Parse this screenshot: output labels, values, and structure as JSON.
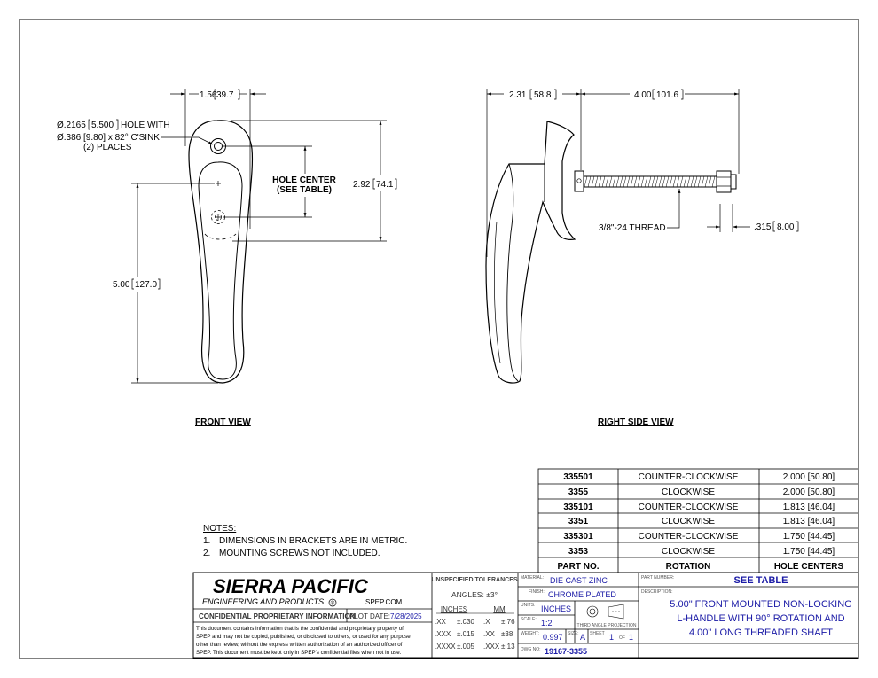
{
  "front_view": {
    "title": "FRONT VIEW",
    "dim_width": "1.56",
    "dim_width_mm": "39.7",
    "hole_note_line1": "Ø.2165",
    "hole_note_line1_mm": "5.500",
    "hole_note_line1_suffix": "HOLE WITH",
    "hole_note_line2": "Ø.386 [9.80] x 82° C'SINK",
    "hole_note_line3": "(2) PLACES",
    "hole_center_line1": "HOLE CENTER",
    "hole_center_line2": "(SEE TABLE)",
    "dim_height": "2.92",
    "dim_height_mm": "74.1",
    "dim_length": "5.00",
    "dim_length_mm": "127.0"
  },
  "side_view": {
    "title": "RIGHT SIDE VIEW",
    "dim_left": "2.31",
    "dim_left_mm": "58.8",
    "dim_shaft": "4.00",
    "dim_shaft_mm": "101.6",
    "thread_label": "3/8\"-24 THREAD",
    "dim_end": ".315",
    "dim_end_mm": "8.00"
  },
  "notes": {
    "title": "NOTES:",
    "items": [
      {
        "num": "1.",
        "text": "DIMENSIONS IN BRACKETS ARE IN METRIC."
      },
      {
        "num": "2.",
        "text": "MOUNTING SCREWS NOT INCLUDED."
      }
    ]
  },
  "part_table": {
    "headers": [
      "PART NO.",
      "ROTATION",
      "HOLE CENTERS"
    ],
    "rows": [
      {
        "part": "335501",
        "rotation": "COUNTER-CLOCKWISE",
        "centers": "2.000 [50.80]"
      },
      {
        "part": "3355",
        "rotation": "CLOCKWISE",
        "centers": "2.000 [50.80]"
      },
      {
        "part": "335101",
        "rotation": "COUNTER-CLOCKWISE",
        "centers": "1.813 [46.04]"
      },
      {
        "part": "3351",
        "rotation": "CLOCKWISE",
        "centers": "1.813 [46.04]"
      },
      {
        "part": "335301",
        "rotation": "COUNTER-CLOCKWISE",
        "centers": "1.750 [44.45]"
      },
      {
        "part": "3353",
        "rotation": "CLOCKWISE",
        "centers": "1.750 [44.45]"
      }
    ]
  },
  "title_block": {
    "company": "SIERRA PACIFIC",
    "company_sub": "ENGINEERING AND PRODUCTS",
    "reg_mark": "®",
    "website": "SPEP.COM",
    "confidential_title": "CONFIDENTIAL PROPRIETARY INFORMATION",
    "plot_date_label": "PLOT DATE:",
    "plot_date": "7/28/2025",
    "confidential_text": [
      "This document contains information that is the confidential and proprietary property of",
      "SPEP and may not be copied, published, or disclosed to others, or used for any purpose",
      "other than review, without the express written authorization of an authorized officer of",
      "SPEP. This document must be kept only in SPEP's confidential files when not in use."
    ],
    "tol_title": "UNSPECIFIED TOLERANCES",
    "angles": "ANGLES: ±3°",
    "inches_label": "INCHES",
    "mm_label": "MM",
    "tolerances": [
      {
        "in_place": ".XX",
        "in_val": "±.030",
        "mm_place": ".X",
        "mm_val": "±.76"
      },
      {
        "in_place": ".XXX",
        "in_val": "±.015",
        "mm_place": ".XX",
        "mm_val": "±38"
      },
      {
        "in_place": ".XXXX",
        "in_val": "±.005",
        "mm_place": ".XXX",
        "mm_val": "±.13"
      }
    ],
    "material_label": "MATERIAL:",
    "material": "DIE CAST ZINC",
    "finish_label": "FINISH:",
    "finish": "CHROME PLATED",
    "units_label": "UNITS:",
    "units": "INCHES",
    "projection": "THIRD ANGLE PROJECTION",
    "scale_label": "SCALE:",
    "scale": "1:2",
    "weight_label": "WEIGHT:",
    "weight": "0.997",
    "size_label": "SIZE:",
    "size": "A",
    "sheet_label": "SHEET",
    "sheet": "1",
    "of_label": "OF",
    "sheet_total": "1",
    "dwg_label": "DWG NO:",
    "dwg_no": "19167-3355",
    "part_number_label": "PART NUMBER:",
    "part_number": "SEE TABLE",
    "description_label": "DESCRIPTION:",
    "description": [
      "5.00\" FRONT MOUNTED NON-LOCKING",
      "L-HANDLE WITH 90° ROTATION AND",
      "4.00\" LONG THREADED SHAFT"
    ]
  }
}
